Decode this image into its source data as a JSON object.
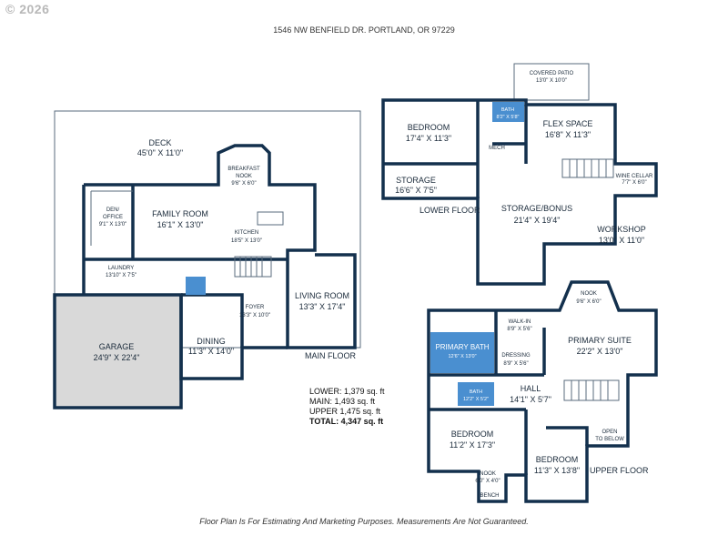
{
  "watermark": "© 2026",
  "address": "1546 NW BENFIELD DR. PORTLAND, OR 97229",
  "footer_note": "Floor Plan Is For Estimating And Marketing Purposes. Measurements Are Not Guaranteed.",
  "floor_labels": {
    "main": "MAIN FLOOR",
    "lower": "LOWER FLOOR",
    "upper": "UPPER FLOOR"
  },
  "main_floor": {
    "deck": {
      "name": "DECK",
      "dims": "45'0\" X 11'0\""
    },
    "breakfast_nook": {
      "name1": "BREAKFAST",
      "name2": "NOOK",
      "dims": "9'6\" X 6'0\""
    },
    "den_office": {
      "name1": "DEN/",
      "name2": "OFFICE",
      "dims": "9'1\" X 13'0\""
    },
    "family_room": {
      "name": "FAMILY ROOM",
      "dims": "16'1\" X 13'0\""
    },
    "kitchen": {
      "name": "KITCHEN",
      "dims": "18'5\" X 13'0\""
    },
    "laundry": {
      "name": "LAUNDRY",
      "dims": "13'10\" X 7'5\""
    },
    "foyer": {
      "name": "FOYER",
      "dims": "13'3\" X 10'0\""
    },
    "living_room": {
      "name": "LIVING ROOM",
      "dims": "13'3\" X 17'4\""
    },
    "garage": {
      "name": "GARAGE",
      "dims": "24'9\" X 22'4\""
    },
    "dining": {
      "name": "DINING",
      "dims": "11'3\" X 14'0\""
    }
  },
  "lower_floor": {
    "covered_patio": {
      "name": "COVERED PATIO",
      "dims": "13'0\" X 10'0\""
    },
    "bedroom": {
      "name": "BEDROOM",
      "dims": "17'4\" X 11'3\""
    },
    "bath": {
      "name": "BATH",
      "dims": "8'2\" X 5'8\""
    },
    "flex_space": {
      "name": "FLEX SPACE",
      "dims": "16'8\" X 11'3\""
    },
    "mech": {
      "name": "MECH"
    },
    "storage": {
      "name": "STORAGE",
      "dims": "16'6\" X 7'5\""
    },
    "wine_cellar": {
      "name": "WINE CELLAR",
      "dims": "7'7\" X 6'0\""
    },
    "storage_bonus": {
      "name": "STORAGE/BONUS",
      "dims": "21'4\" X 19'4\""
    },
    "workshop": {
      "name": "WORKSHOP",
      "dims": "13'0\" X 11'0\""
    }
  },
  "upper_floor": {
    "nook": {
      "name": "NOOK",
      "dims": "9'6\" X 6'0\""
    },
    "walk_in": {
      "name": "WALK-IN",
      "dims": "8'9\" X 5'6\""
    },
    "primary_bath": {
      "name": "PRIMARY BATH",
      "dims": "12'6\" X 13'0\""
    },
    "dressing": {
      "name": "DRESSING",
      "dims": "8'9\" X 5'6\""
    },
    "primary_suite": {
      "name": "PRIMARY SUITE",
      "dims": "22'2\" X 13'0\""
    },
    "bath": {
      "name": "BATH",
      "dims": "12'2\" X 5'2\""
    },
    "hall": {
      "name": "HALL",
      "dims": "14'1\" X 5'7\""
    },
    "open_to_below": {
      "line1": "OPEN",
      "line2": "TO BELOW"
    },
    "bedroom_1": {
      "name": "BEDROOM",
      "dims": "11'2\" X 17'3\""
    },
    "bedroom_2": {
      "name": "BEDROOM",
      "dims": "11'3\" X 13'8\""
    },
    "bench_nook": {
      "name": "NOOK",
      "dims": "6'0\" X 4'0\""
    },
    "bench": {
      "name": "BENCH"
    }
  },
  "totals": {
    "lower": "LOWER: 1,379 sq. ft",
    "main": "MAIN: 1,493 sq. ft",
    "upper": "UPPER 1,475 sq. ft",
    "total": "TOTAL: 4,347 sq. ft"
  },
  "colors": {
    "wall": "#13304d",
    "garage_fill": "#d9d9d9",
    "bath_fill": "#4a8fd0"
  }
}
